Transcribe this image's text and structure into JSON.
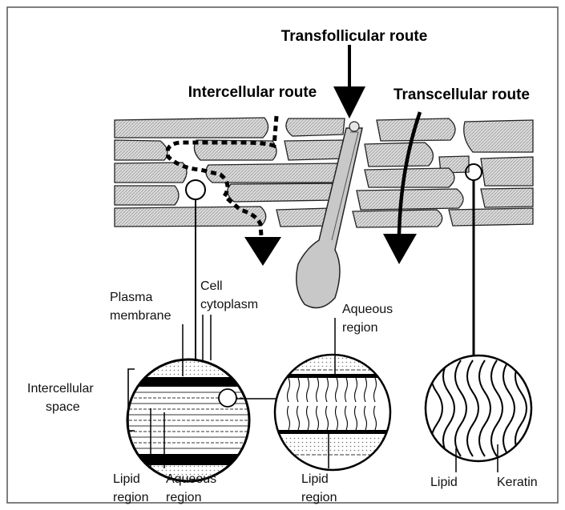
{
  "routes": {
    "transfollicular": "Transfollicular route",
    "intercellular": "Intercellular route",
    "transcellular": "Transcellular route"
  },
  "labels": {
    "plasma_membrane_1": "Plasma",
    "plasma_membrane_2": "membrane",
    "cell_cytoplasm_1": "Cell",
    "cell_cytoplasm_2": "cytoplasm",
    "intercellular_space_1": "Intercellular",
    "intercellular_space_2": "space",
    "aqueous_region_top_1": "Aqueous",
    "aqueous_region_top_2": "region",
    "lipid_region_left_1": "Lipid",
    "lipid_region_left_2": "region",
    "aqueous_region_bottom_1": "Aqueous",
    "aqueous_region_bottom_2": "region",
    "lipid_region_mid_1": "Lipid",
    "lipid_region_mid_2": "region",
    "lipid": "Lipid",
    "keratin": "Keratin"
  },
  "colors": {
    "frame": "#555555",
    "cell_fill": "#d8d8d8",
    "line": "#000000",
    "follicle_fill": "#c8c8c8"
  }
}
